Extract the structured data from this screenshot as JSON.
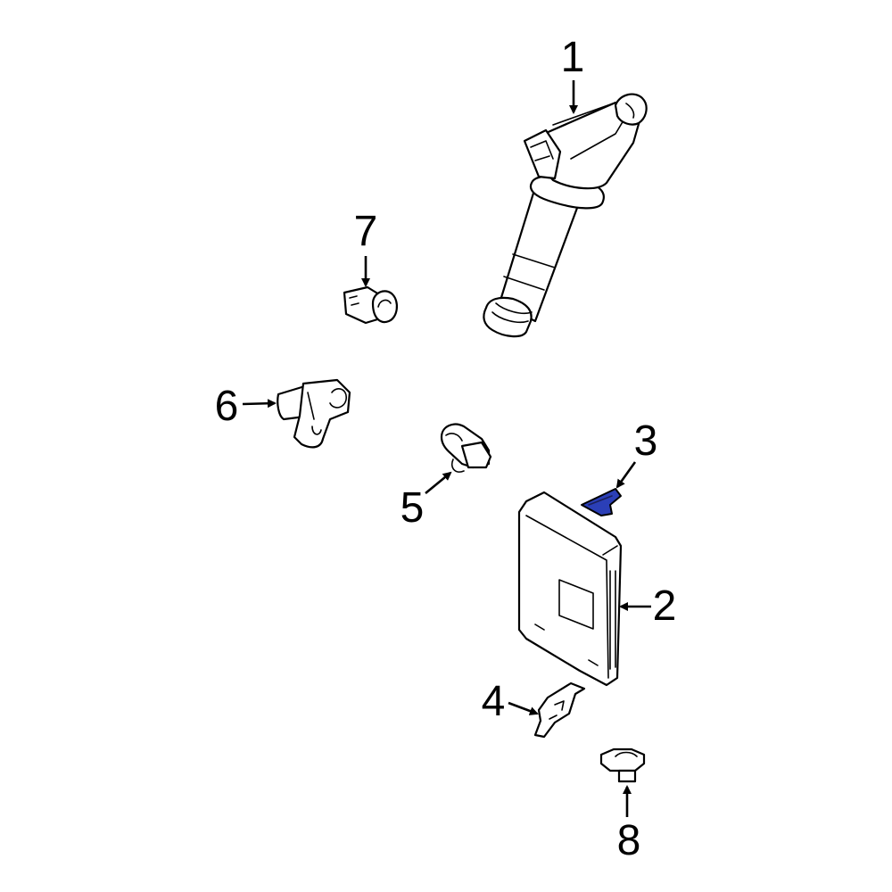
{
  "colors": {
    "highlight": "#2b3fb7",
    "line": "#000000",
    "background": "#ffffff"
  },
  "callouts": [
    {
      "id": "1",
      "label": "1"
    },
    {
      "id": "2",
      "label": "2"
    },
    {
      "id": "3",
      "label": "3"
    },
    {
      "id": "4",
      "label": "4"
    },
    {
      "id": "5",
      "label": "5"
    },
    {
      "id": "6",
      "label": "6"
    },
    {
      "id": "7",
      "label": "7"
    },
    {
      "id": "8",
      "label": "8"
    }
  ],
  "highlighted_part": "3"
}
